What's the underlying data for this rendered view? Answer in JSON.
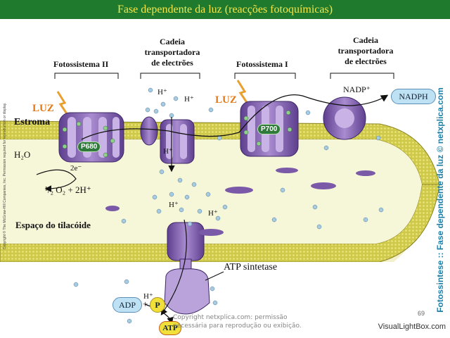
{
  "title": "Fase dependente da luz (reacções fotoquímicas)",
  "labels": {
    "photosystem2": "Fotossistema II",
    "chain1": [
      "Cadeia",
      "transportadora",
      "de electrões"
    ],
    "photosystem1": "Fotossistema I",
    "chain2": [
      "Cadeia",
      "transportadora",
      "de electrões"
    ],
    "luz1": "LUZ",
    "luz2": "LUZ",
    "estroma": "Estroma",
    "p680": "P680",
    "p700": "P700",
    "nadp": "NADP⁺",
    "nadph": "NADPH",
    "h2o": "H₂O",
    "electrons": "2e⁻",
    "products": "¹/₂ O₂ + 2H⁺",
    "thylakoid_space": "Espaço do tilacóide",
    "hplus": "H⁺",
    "atp_synthase": "ATP sintetase",
    "adp": "ADP",
    "plus": "+",
    "p": "P",
    "atp": "ATP"
  },
  "side_caption": "Fotossintese :: Fase dependente da luz © netxplica.com",
  "copyright": "Copyright © The McGraw-Hill Companies, Inc. Permission required for reproduction or display.",
  "watermark": [
    "Copyright netxplica.com: permissão",
    "necessária para reprodução ou exibição."
  ],
  "page_number": "69",
  "footer": "VisualLightBox.com",
  "colors": {
    "title_bg": "#1f7a2e",
    "title_text": "#f4e64a",
    "membrane": "#c9c23a",
    "protein": "#7a5aa8",
    "lumen": "#f6f6d8"
  }
}
